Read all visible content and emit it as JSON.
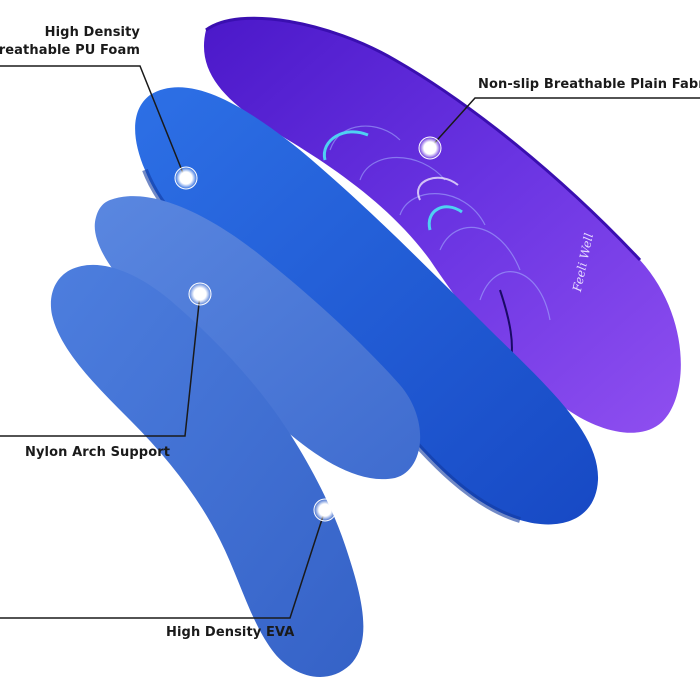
{
  "labels": {
    "pu_foam_line1": "High Density",
    "pu_foam_line2": "Breathable PU Foam",
    "plain_fabric": "Non-slip Breathable Plain Fabric",
    "nylon_arch": "Nylon Arch Support",
    "eva": "High Density EVA"
  },
  "brand": "Feeli Well",
  "colors": {
    "fabric_purple": "#6a2fd8",
    "foam_blue": "#1f5fd6",
    "arch_blue": "#4a78d8",
    "eva_blue": "#3c6ed4",
    "label_text": "#1a1a1a",
    "leader_line": "#1a1a1a"
  }
}
